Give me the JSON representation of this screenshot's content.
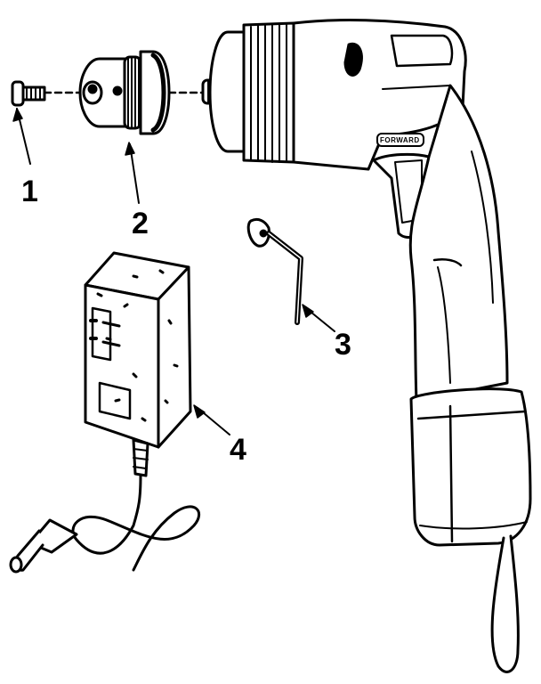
{
  "callouts": {
    "screw": "1",
    "chuck": "2",
    "hex_key": "3",
    "charger": "4"
  },
  "drill": {
    "switch_label": "FORWARD"
  },
  "colors": {
    "ink": "#000000",
    "paper": "#ffffff"
  }
}
